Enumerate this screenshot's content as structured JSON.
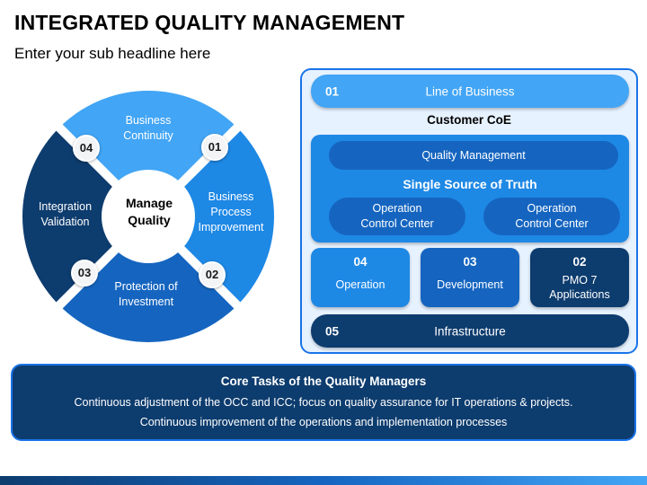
{
  "header": {
    "title": "INTEGRATED QUALITY MANAGEMENT",
    "subtitle": "Enter your sub headline here"
  },
  "ring": {
    "center_line1": "Manage",
    "center_line2": "Quality",
    "segments": [
      {
        "number": "01",
        "line1": "Business",
        "line2": "Continuity",
        "line3": "",
        "color": "#42a5f5"
      },
      {
        "number": "02",
        "line1": "Business",
        "line2": "Process",
        "line3": "Improvement",
        "color": "#1e88e5"
      },
      {
        "number": "03",
        "line1": "Protection of",
        "line2": "Investment",
        "line3": "",
        "color": "#1565c0"
      },
      {
        "number": "04",
        "line1": "Integration",
        "line2": "Validation",
        "line3": "",
        "color": "#0d3c6e"
      }
    ]
  },
  "panel": {
    "line_of_business": {
      "number": "01",
      "label": "Line of Business"
    },
    "customer_coe": "Customer CoE",
    "quality_management": "Quality Management",
    "single_source": "Single Source of Truth",
    "occ_left": {
      "line1": "Operation",
      "line2": "Control Center"
    },
    "occ_right": {
      "line1": "Operation",
      "line2": "Control Center"
    },
    "boxes": [
      {
        "number": "04",
        "line1": "Operation",
        "line2": "",
        "color": "#1e88e5"
      },
      {
        "number": "03",
        "line1": "Development",
        "line2": "",
        "color": "#1565c0"
      },
      {
        "number": "02",
        "line1": "PMO 7",
        "line2": "Applications",
        "color": "#0d3c6e"
      }
    ],
    "infrastructure": {
      "number": "05",
      "label": "Infrastructure"
    }
  },
  "core_tasks": {
    "title": "Core Tasks of the Quality Managers",
    "line1": "Continuous adjustment of the OCC and ICC; focus on quality assurance for IT operations & projects.",
    "line2": "Continuous improvement of the operations and implementation processes"
  }
}
